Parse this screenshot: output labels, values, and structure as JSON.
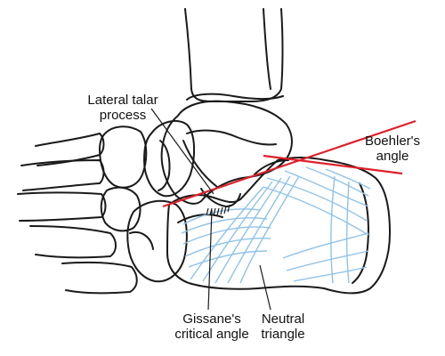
{
  "labels": {
    "lateral_talar_process": [
      "Lateral talar",
      "process"
    ],
    "boehlers_angle": [
      "Boehler's",
      "angle"
    ],
    "gissanes_critical_angle": [
      "Gissane's",
      "critical angle"
    ],
    "neutral_triangle": [
      "Neutral",
      "triangle"
    ]
  },
  "colors": {
    "outline": "#1a1a1a",
    "trabeculae": "#8fc3e8",
    "angle_lines": "#e0202a",
    "background": "#ffffff"
  }
}
